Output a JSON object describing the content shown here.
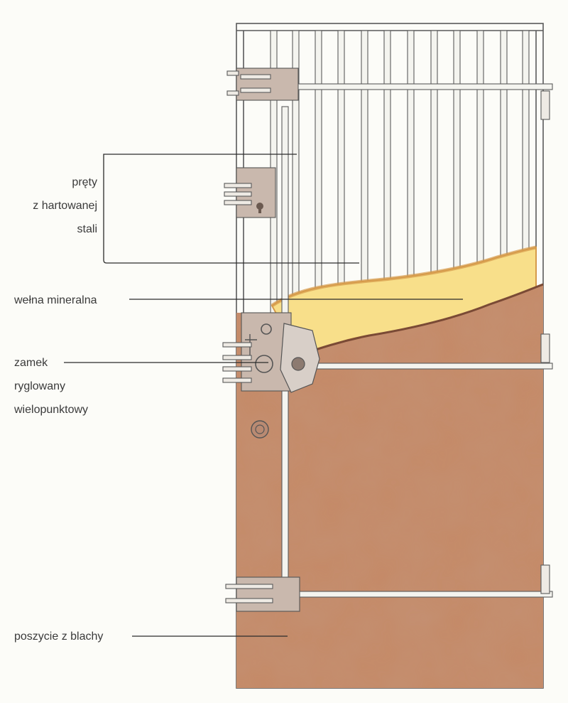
{
  "labels": {
    "bars": [
      "pręty",
      "z hartowanej",
      "stali"
    ],
    "wool": "wełna mineralna",
    "lock": [
      "zamek",
      "ryglowany",
      "wielopunktowy"
    ],
    "sheet": "poszycie z blachy"
  },
  "colors": {
    "sheet_metal": "#c58a68",
    "mineral_wool": "#f8df8a",
    "wool_edge": "#d59a4a",
    "bars": "#f4f4ef",
    "lock_plates": "#c9b8ad",
    "ink": "#2b2b2b"
  }
}
